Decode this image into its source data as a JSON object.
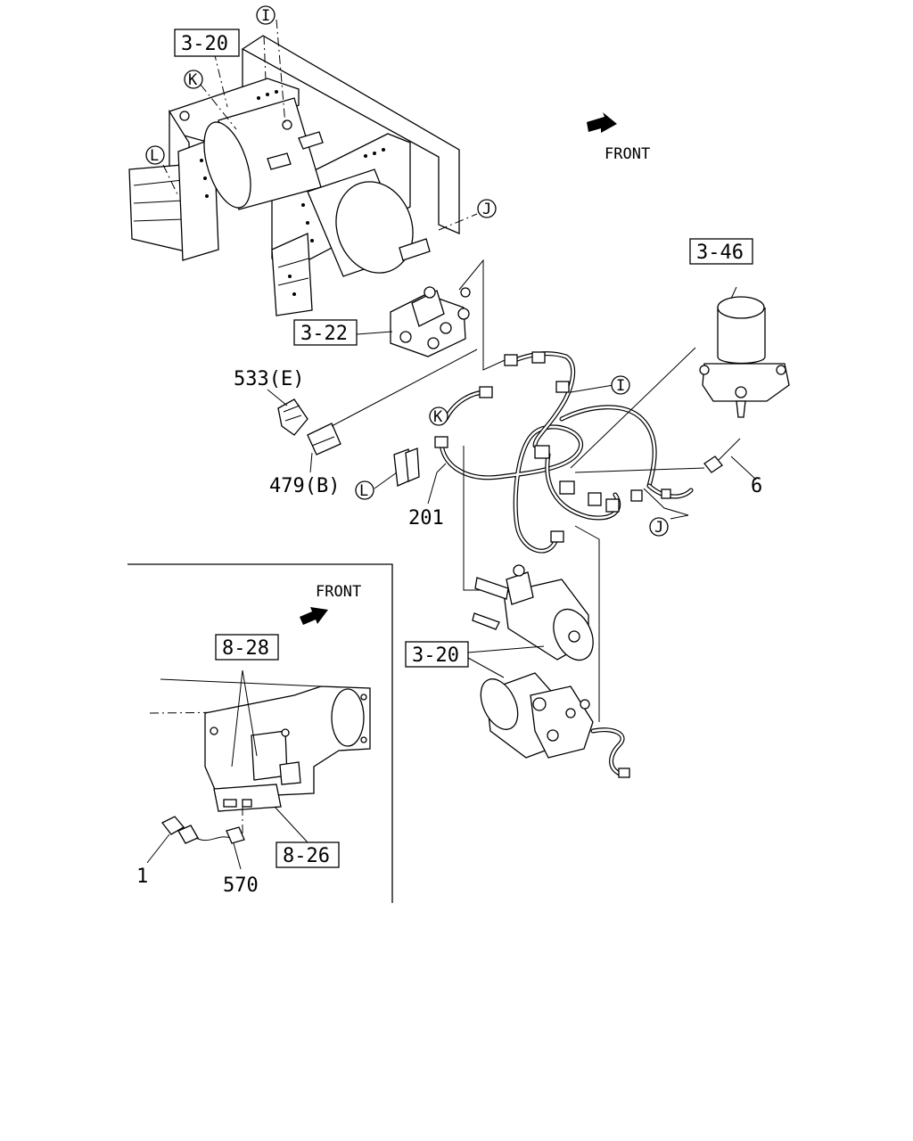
{
  "refs": {
    "r3_20_top": "3-20",
    "r3_46": "3-46",
    "r3_22": "3-22",
    "r3_20_mid": "3-20",
    "r8_28": "8-28",
    "r8_26": "8-26"
  },
  "circles": {
    "I_top": "I",
    "K_top": "K",
    "L_top": "L",
    "J_top": "J",
    "I_mid": "I",
    "K_mid": "K",
    "L_mid": "L",
    "J_mid": "J"
  },
  "parts": {
    "p533": "533(E)",
    "p479": "479(B)",
    "p201": "201",
    "p6": "6",
    "p1": "1",
    "p570": "570"
  },
  "front": {
    "top": "FRONT",
    "inset": "FRONT"
  }
}
